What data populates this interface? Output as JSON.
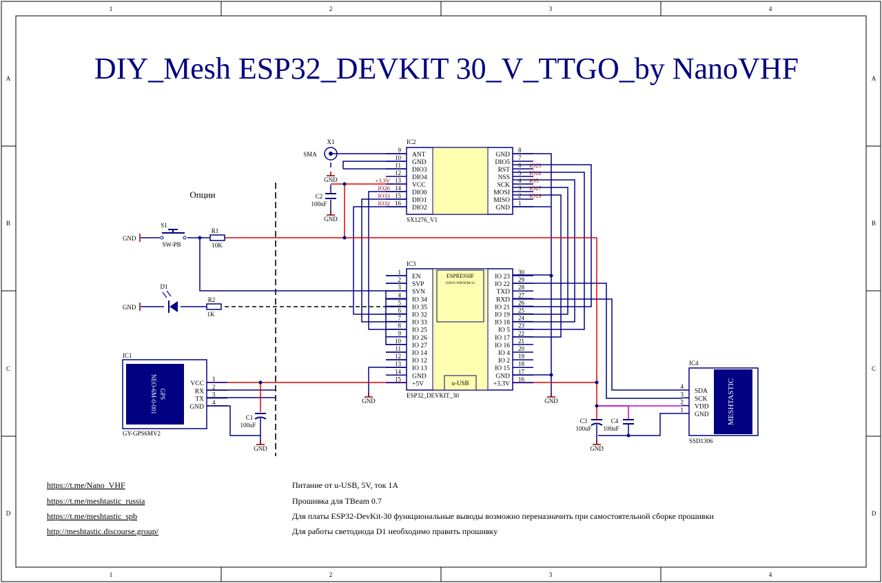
{
  "title": "DIY_Mesh ESP32_DEVKIT 30_V_TTGO_by NanoVHF",
  "frame": {
    "columns": [
      "1",
      "2",
      "3",
      "4"
    ],
    "rows": [
      "A",
      "B",
      "C",
      "D"
    ]
  },
  "options_label": "Опции",
  "colors": {
    "wire": "#000080",
    "power": "#e00000",
    "gnd": "#800000",
    "magenta": "#c000c0",
    "chip": "#ffffb0"
  },
  "sma": {
    "ref": "X1",
    "label": "SMA"
  },
  "ic2": {
    "ref": "IC2",
    "part": "SX1276_V1",
    "left_pins": [
      {
        "num": "9",
        "name": "ANT"
      },
      {
        "num": "10",
        "name": "GND"
      },
      {
        "num": "11",
        "name": "DIO3"
      },
      {
        "num": "12",
        "name": "DIO4"
      },
      {
        "num": "13",
        "name": "VCC"
      },
      {
        "num": "14",
        "name": "DIO0"
      },
      {
        "num": "15",
        "name": "DIO1"
      },
      {
        "num": "16",
        "name": "DIO2"
      }
    ],
    "right_pins": [
      {
        "num": "8",
        "name": "GND"
      },
      {
        "num": "7",
        "name": "DIO5"
      },
      {
        "num": "6",
        "name": "RST"
      },
      {
        "num": "5",
        "name": "NSS"
      },
      {
        "num": "4",
        "name": "SCK"
      },
      {
        "num": "3",
        "name": "MOSI"
      },
      {
        "num": "2",
        "name": "MISO"
      },
      {
        "num": "1",
        "name": "GND"
      }
    ],
    "left_nets": [
      "",
      "",
      "",
      "",
      "+3.3V",
      "IO26",
      "IO33",
      "IO32"
    ],
    "right_nets": [
      "",
      "",
      "IO23",
      "IO18",
      "IO5",
      "IO27",
      "IO19",
      ""
    ]
  },
  "c2": {
    "ref": "C2",
    "value": "100nF"
  },
  "s1": {
    "ref": "S1",
    "value": "SW-PB"
  },
  "r1": {
    "ref": "R1",
    "value": "10K"
  },
  "d1": {
    "ref": "D1"
  },
  "r2": {
    "ref": "R2",
    "value": "1K"
  },
  "gnd_label": "GND",
  "ic3": {
    "ref": "IC3",
    "part": "ESP32_DEVKIT_30",
    "brand": "ESPRESSIF",
    "module": "ESP32-WROOM-32",
    "usb": "u-USB",
    "left_pins": [
      {
        "num": "1",
        "name": "EN"
      },
      {
        "num": "2",
        "name": "SVP"
      },
      {
        "num": "3",
        "name": "SVN"
      },
      {
        "num": "4",
        "name": "IO 34"
      },
      {
        "num": "5",
        "name": "IO 35"
      },
      {
        "num": "6",
        "name": "IO 32"
      },
      {
        "num": "7",
        "name": "IO 33"
      },
      {
        "num": "8",
        "name": "IO 25"
      },
      {
        "num": "9",
        "name": "IO 26"
      },
      {
        "num": "10",
        "name": "IO 27"
      },
      {
        "num": "11",
        "name": "IO 14"
      },
      {
        "num": "12",
        "name": "IO 12"
      },
      {
        "num": "13",
        "name": "IO 13"
      },
      {
        "num": "14",
        "name": "GND"
      },
      {
        "num": "15",
        "name": "+5V"
      }
    ],
    "right_pins": [
      {
        "num": "30",
        "name": "IO 23"
      },
      {
        "num": "29",
        "name": "IO 22"
      },
      {
        "num": "28",
        "name": "TXD"
      },
      {
        "num": "27",
        "name": "RXD"
      },
      {
        "num": "26",
        "name": "IO 21"
      },
      {
        "num": "25",
        "name": "IO 19"
      },
      {
        "num": "24",
        "name": "IO 18"
      },
      {
        "num": "23",
        "name": "IO 5"
      },
      {
        "num": "22",
        "name": "IO 17"
      },
      {
        "num": "21",
        "name": "IO 16"
      },
      {
        "num": "20",
        "name": "IO 4"
      },
      {
        "num": "19",
        "name": "IO 2"
      },
      {
        "num": "18",
        "name": "IO 15"
      },
      {
        "num": "17",
        "name": "GND"
      },
      {
        "num": "16",
        "name": "+3.3V"
      }
    ]
  },
  "ic1": {
    "ref": "IC1",
    "part": "GY-GPS6MV2",
    "module_line1": "GPS",
    "module_line2": "NEO-6M-0-001",
    "pins": [
      {
        "num": "1",
        "name": "VCC"
      },
      {
        "num": "2",
        "name": "RX"
      },
      {
        "num": "3",
        "name": "TX"
      },
      {
        "num": "4",
        "name": "GND"
      }
    ]
  },
  "c1": {
    "ref": "C1",
    "value": "100uF"
  },
  "c3": {
    "ref": "C3",
    "value": "100uF"
  },
  "c4": {
    "ref": "C4",
    "value": "100nF"
  },
  "ic4": {
    "ref": "IC4",
    "part": "SSD1306",
    "display": "MESHTASTIC",
    "pins": [
      {
        "num": "4",
        "name": "SDA"
      },
      {
        "num": "3",
        "name": "SCK"
      },
      {
        "num": "2",
        "name": "VDD"
      },
      {
        "num": "1",
        "name": "GND"
      }
    ]
  },
  "links": [
    "https://t.me/Nano_VHF",
    "https://t.me/meshtastic_russia",
    "https://t.me/meshtastic_spb",
    "http://meshtastic.discourse.group/"
  ],
  "notes": [
    "Питание от u-USB, 5V, ток 1A",
    "Прошивка для TBeam 0.7",
    "Для платы ESP32-DevKit-30 функциональные выводы возможно переназначить при самостоятельной сборке прошивки",
    "Для работы светодиода D1 необходимо править прошивку"
  ]
}
